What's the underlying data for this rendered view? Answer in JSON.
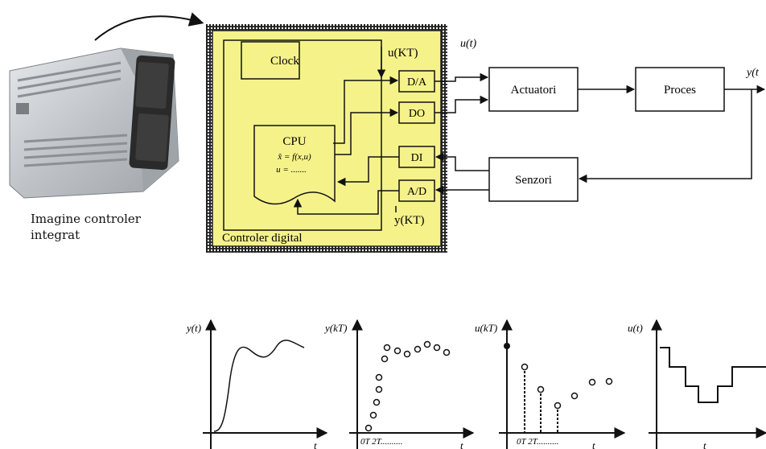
{
  "caption": {
    "line1": "Imagine controler",
    "line2": "integrat"
  },
  "controller": {
    "title": "Controler digital",
    "clock": "Clock",
    "cpu": {
      "label": "CPU",
      "eq1": "x̂ = f(x,u)",
      "eq2": "u = ......."
    },
    "ports": {
      "da": "D/A",
      "do": "DO",
      "di": "DI",
      "ad": "A/D"
    },
    "u_kt": "u(KT)",
    "y_kt": "y(KT)"
  },
  "blocks": {
    "actuatori": "Actuatori",
    "proces": "Proces",
    "senzori": "Senzori"
  },
  "signals": {
    "u_t": "u(t)",
    "y_t": "y(t"
  },
  "plots": {
    "p1": {
      "ylabel": "y(t)",
      "xlabel": "t"
    },
    "p2": {
      "ylabel": "y(kT)",
      "xlabel": "t",
      "ticks": "0T 2T.........."
    },
    "p3": {
      "ylabel": "u(kT)",
      "xlabel": "t",
      "ticks": "0T 2T.........."
    },
    "p4": {
      "ylabel": "u(t)",
      "xlabel": "t"
    }
  },
  "colors": {
    "controller_fill": "#f5f28a",
    "line": "#111111",
    "ecu_body": "#c9ccd0",
    "ecu_connector": "#2a2a2a"
  }
}
